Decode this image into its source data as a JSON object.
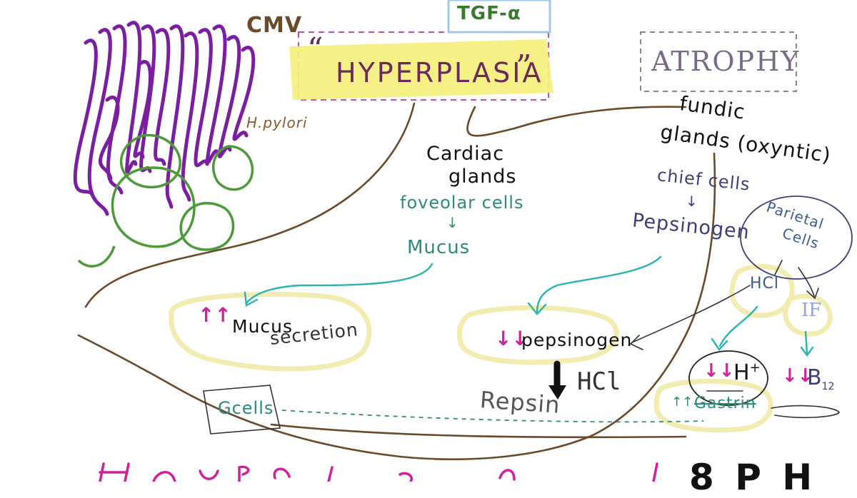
{
  "labels": {
    "cmv": "CMV",
    "h_pylori": "H.pylori",
    "tgf": "TGF-α",
    "open_quote": "“",
    "hyperplasia": "HYPERPLASIA",
    "close_quote": "”",
    "atrophy": "ATROPHY",
    "fundic_glands": "fundic",
    "fundic_glands_2": "glands (oxyntic)",
    "cardiac_1": "Cardiac",
    "cardiac_2": "glands",
    "foveolar": "foveolar cells",
    "mucus": "Mucus",
    "chief_cells": "chief cells",
    "pepsinogen": "Pepsinogen",
    "parietal_1": "Parietal",
    "parietal_2": "Cells",
    "hcl": "HCl",
    "if": "IF",
    "mucus_sec_1": "Mucus",
    "mucus_sec_2": "secretion",
    "pepsinogen_down": "pepsinogen",
    "hcl_2": "HCl",
    "repsin": "Repsin",
    "h_plus": "H",
    "h_plus_sup": "+",
    "b12": "B",
    "b12_sub": "12",
    "gastrin": "Gastrin",
    "gcells": "Gcells",
    "bottom_right": "8 P H"
  },
  "symbols": {
    "up_arrows": "↑↑",
    "down_arrows": "↓↓",
    "small_down": "↓",
    "small_up": "↑↑"
  },
  "colors": {
    "purple": "#7b1fa2",
    "green": "#4c9a3a",
    "brown": "#6b4a2a",
    "teal": "#2e8b7a",
    "navy": "#3b3f7a",
    "magenta": "#d0209a",
    "yellow": "#f5f07a",
    "yellow_ring": "#f2ecb0",
    "light_blue": "#9fc8ea",
    "gray_purple": "#7a6a8a"
  }
}
